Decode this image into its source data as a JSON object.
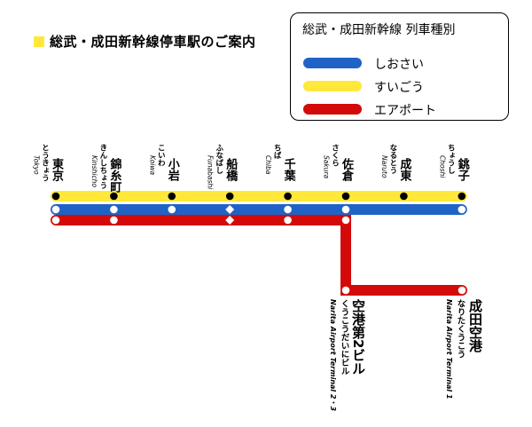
{
  "title": "総武・成田新幹線停車駅のご案内",
  "legend": {
    "title": "総武・成田新幹線 列車種別",
    "items": [
      {
        "label": "しおさい",
        "color": "#1f63c6"
      },
      {
        "label": "すいごう",
        "color": "#ffe83a"
      },
      {
        "label": "エアポート",
        "color": "#d40a0a"
      }
    ]
  },
  "main_stations": [
    {
      "name": "東京",
      "kana": "とうきょう",
      "en": "Tokyo",
      "shiosai": "stop",
      "airport": "stop"
    },
    {
      "name": "錦糸町",
      "kana": "きんしちょう",
      "en": "Kinshicho",
      "shiosai": "stop",
      "airport": "stop"
    },
    {
      "name": "小岩",
      "kana": "こいわ",
      "en": "Koiwa",
      "shiosai": "stop",
      "airport": "none"
    },
    {
      "name": "船橋",
      "kana": "ふなばし",
      "en": "Funabashi",
      "shiosai": "pass",
      "airport": "pass"
    },
    {
      "name": "千葉",
      "kana": "ちば",
      "en": "Chiba",
      "shiosai": "stop",
      "airport": "stop"
    },
    {
      "name": "佐倉",
      "kana": "さくら",
      "en": "Sakura",
      "shiosai": "stop",
      "airport": "stop"
    },
    {
      "name": "成東",
      "kana": "なるとう",
      "en": "Naruto",
      "shiosai": "none",
      "airport": "none"
    },
    {
      "name": "銚子",
      "kana": "ちょうし",
      "en": "Choshi",
      "shiosai": "stop",
      "airport": "none"
    }
  ],
  "branch_stations": [
    {
      "name": "空港第2ビル",
      "kana": "くうこうだいにビル",
      "en": "Narita Airport Terminal 2・3"
    },
    {
      "name": "成田空港",
      "kana": "なりたくうこう",
      "en": "Narita Airport Terminal 1"
    }
  ]
}
